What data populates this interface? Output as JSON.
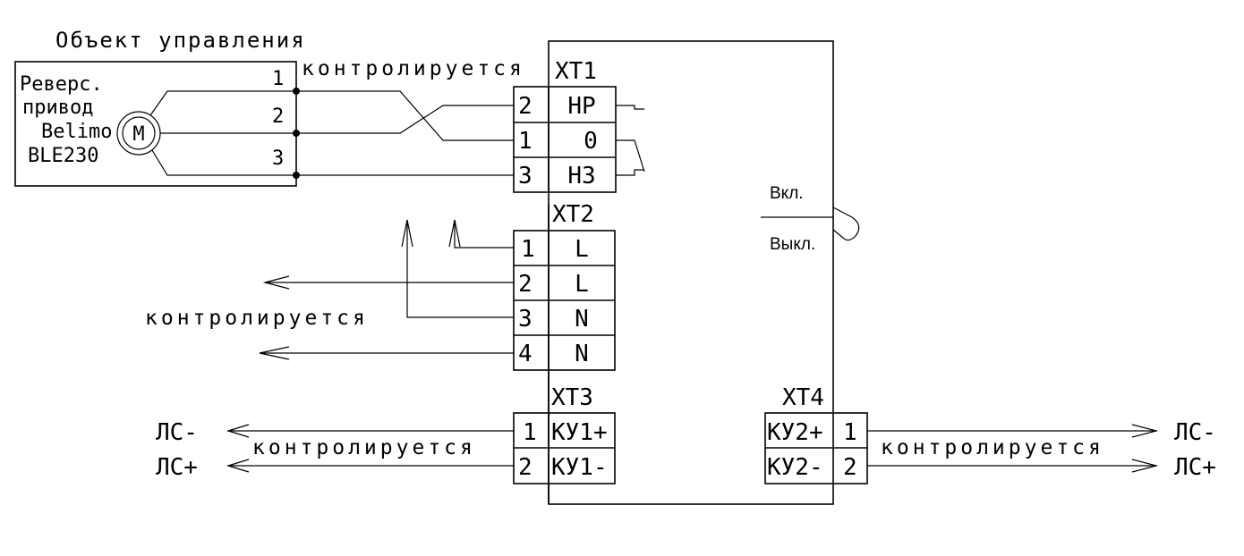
{
  "diagram": {
    "object": {
      "title": "Объект управления",
      "device_lines": [
        "Реверс.",
        "привод",
        "Belimo",
        "BLE230"
      ],
      "motor_label": "M",
      "terminals": [
        "1",
        "2",
        "3"
      ]
    },
    "wire_labels": {
      "top": "контролируется",
      "middle_left": "контролируется",
      "bottom_left": "контролируется",
      "bottom_right": "контролируется"
    },
    "xt1": {
      "label": "XT1",
      "rows": [
        {
          "num": "2",
          "name": "НР"
        },
        {
          "num": "1",
          "name": "0"
        },
        {
          "num": "3",
          "name": "НЗ"
        }
      ]
    },
    "xt2": {
      "label": "XT2",
      "rows": [
        {
          "num": "1",
          "name": "L"
        },
        {
          "num": "2",
          "name": "L"
        },
        {
          "num": "3",
          "name": "N"
        },
        {
          "num": "4",
          "name": "N"
        }
      ]
    },
    "xt3": {
      "label": "XT3",
      "rows": [
        {
          "num": "1",
          "name": "КУ1+"
        },
        {
          "num": "2",
          "name": "КУ1-"
        }
      ]
    },
    "xt4": {
      "label": "XT4",
      "rows": [
        {
          "name": "КУ2+",
          "num": "1"
        },
        {
          "name": "КУ2-",
          "num": "2"
        }
      ]
    },
    "switch": {
      "on_label": "Вкл.",
      "off_label": "Выкл."
    },
    "line_signals": {
      "left": [
        "ЛС-",
        "ЛС+"
      ],
      "right": [
        "ЛС-",
        "ЛС+"
      ]
    }
  }
}
